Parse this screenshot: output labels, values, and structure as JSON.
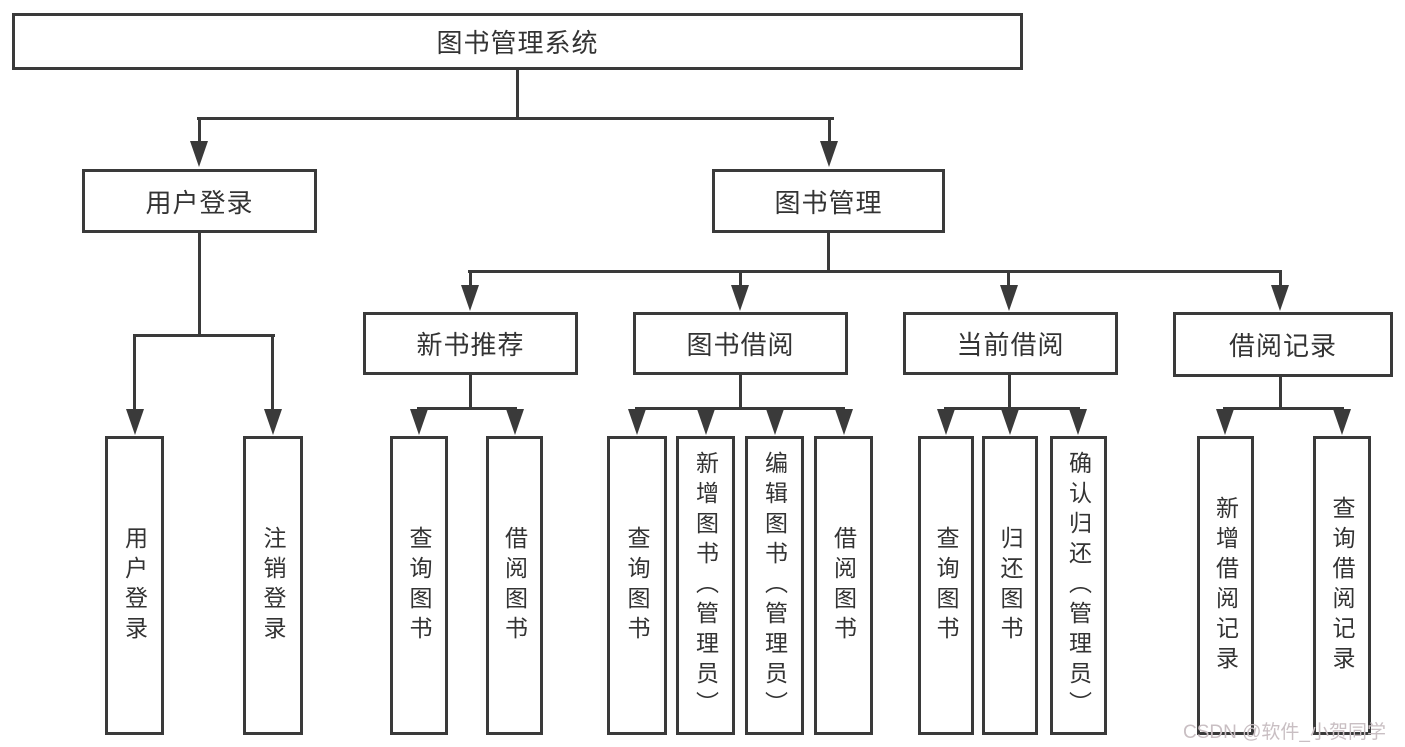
{
  "diagram": {
    "root": {
      "label": "图书管理系统"
    },
    "level2": {
      "user_login": {
        "label": "用户登录"
      },
      "book_mgmt": {
        "label": "图书管理"
      }
    },
    "level3": {
      "new_book_rec": {
        "label": "新书推荐"
      },
      "book_borrow": {
        "label": "图书借阅"
      },
      "current_borrow": {
        "label": "当前借阅"
      },
      "borrow_records": {
        "label": "借阅记录"
      }
    },
    "leaves": {
      "user_login": {
        "label": "用户登录"
      },
      "logout": {
        "label": "注销登录"
      },
      "rec_query": {
        "label": "查询图书"
      },
      "rec_borrow": {
        "label": "借阅图书"
      },
      "bb_query": {
        "label": "查询图书"
      },
      "bb_add": {
        "label": "新增图书（管理员）"
      },
      "bb_edit": {
        "label": "编辑图书（管理员）"
      },
      "bb_borrow": {
        "label": "借阅图书"
      },
      "cb_query": {
        "label": "查询图书"
      },
      "cb_return": {
        "label": "归还图书"
      },
      "cb_confirm": {
        "label": "确认归还（管理员）"
      },
      "br_add": {
        "label": "新增借阅记录"
      },
      "br_query": {
        "label": "查询借阅记录"
      }
    }
  },
  "watermark": {
    "text": "CSDN @软件_小贺同学"
  },
  "colors": {
    "line": "#3a3a3a",
    "text": "#333333",
    "background": "#ffffff",
    "watermark": "#c9bfc3"
  }
}
